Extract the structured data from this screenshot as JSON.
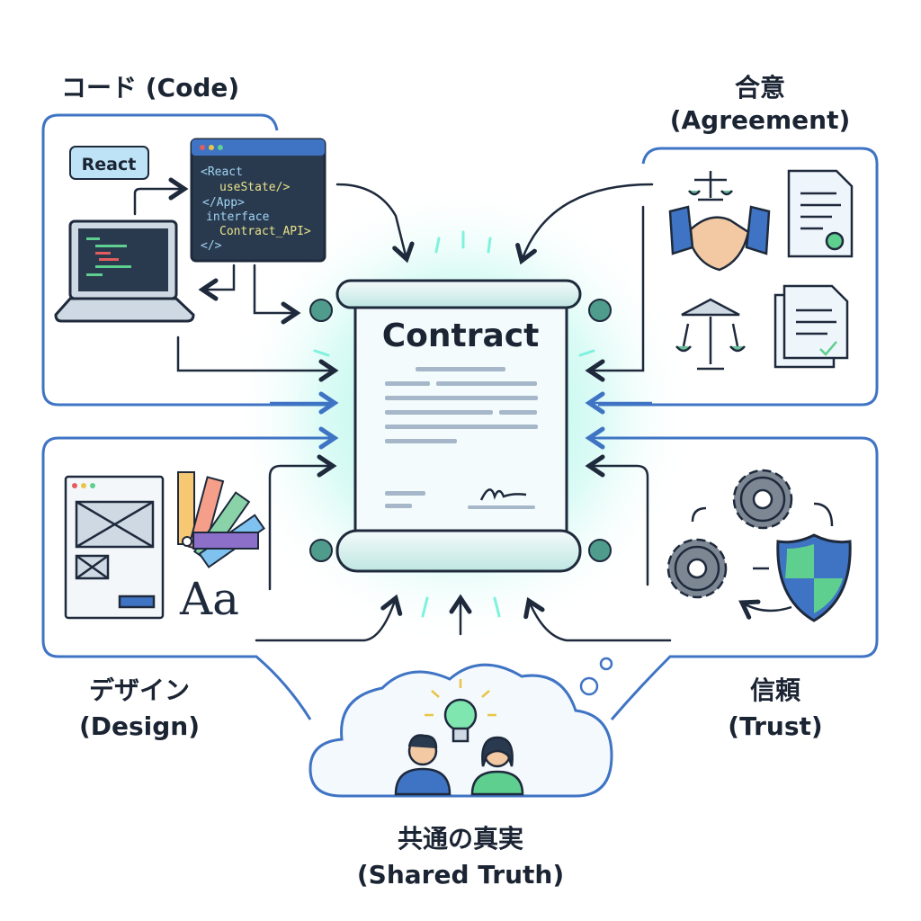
{
  "colors": {
    "panel_border": "#3f74c4",
    "arrow": "#1e2a3c",
    "glow": "#7ef2dc",
    "scroll": "#eaf6f7",
    "accent_green": "#5ecf8f"
  },
  "code_section": {
    "title": "コード (Code)",
    "badge": "React",
    "code_lines": [
      "<React",
      "useState/>",
      "</App>",
      "interface",
      "Contract_API>",
      "</>"
    ]
  },
  "agreement_section": {
    "title_ja": "合意",
    "title_en": "(Agreement)"
  },
  "design_section": {
    "title_ja": "デザイン",
    "title_en": "(Design)",
    "typeface_sample": "Aa"
  },
  "trust_section": {
    "title_ja": "信頼",
    "title_en": "(Trust)"
  },
  "center": {
    "title": "Contract"
  },
  "shared_section": {
    "title_ja": "共通の真実",
    "title_en": "(Shared Truth)"
  },
  "icons": [
    "laptop-icon",
    "code-window-icon",
    "scales-icon",
    "handshake-icon",
    "certificate-icon",
    "courthouse-icon",
    "documents-check-icon",
    "wireframe-icon",
    "color-palette-icon",
    "gears-icon",
    "shield-icon",
    "lightbulb-icon",
    "people-icon",
    "scroll-icon"
  ]
}
